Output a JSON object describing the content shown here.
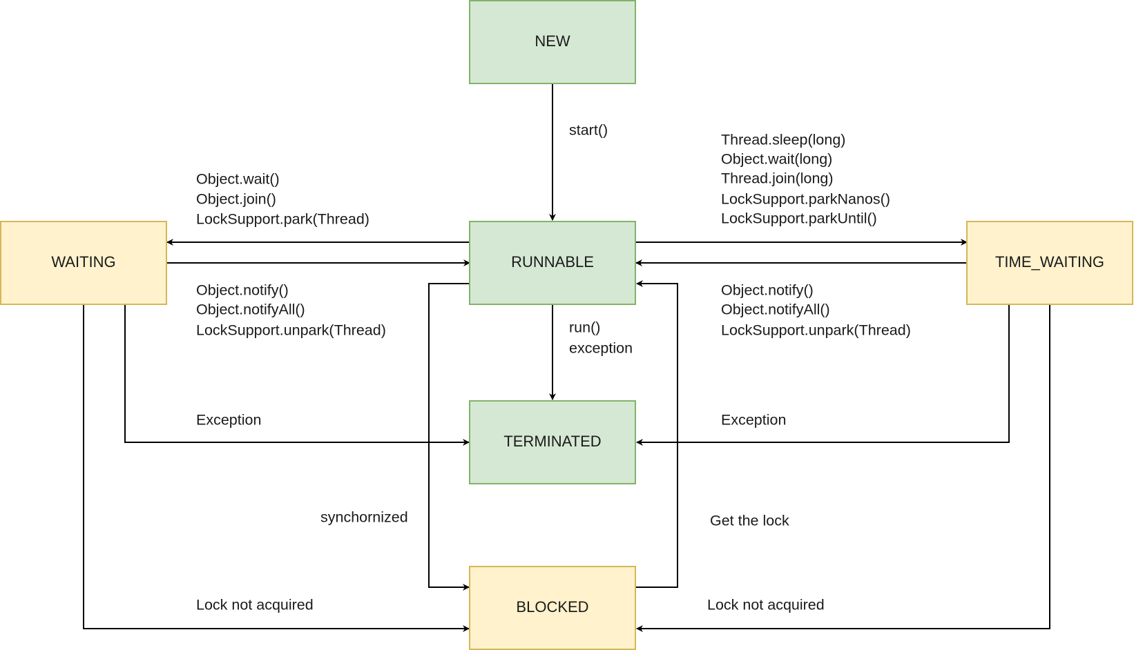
{
  "states": {
    "new": "NEW",
    "runnable": "RUNNABLE",
    "terminated": "TERMINATED",
    "blocked": "BLOCKED",
    "waiting": "WAITING",
    "time_waiting": "TIME_WAITING"
  },
  "colors": {
    "active_fill": "#d5e8d4",
    "active_border": "#82b366",
    "waiting_fill": "#fff2cc",
    "waiting_border": "#d6b656",
    "edge": "#000000"
  },
  "transitions": {
    "new_to_runnable": [
      "start()"
    ],
    "runnable_to_waiting": [
      "Object.wait()",
      "Object.join()",
      "LockSupport.park(Thread)"
    ],
    "waiting_to_runnable": [
      "Object.notify()",
      "Object.notifyAll()",
      "LockSupport.unpark(Thread)"
    ],
    "runnable_to_time_waiting": [
      "Thread.sleep(long)",
      "Object.wait(long)",
      "Thread.join(long)",
      "LockSupport.parkNanos()",
      "LockSupport.parkUntil()"
    ],
    "time_waiting_to_runnable": [
      "Object.notify()",
      "Object.notifyAll()",
      "LockSupport.unpark(Thread)"
    ],
    "runnable_to_terminated": [
      "run()",
      "exception"
    ],
    "waiting_to_terminated": [
      "Exception"
    ],
    "time_waiting_to_terminated": [
      "Exception"
    ],
    "runnable_to_blocked": [
      "synchornized"
    ],
    "blocked_to_runnable": [
      "Get the lock"
    ],
    "waiting_to_blocked": [
      "Lock not acquired"
    ],
    "time_waiting_to_blocked": [
      "Lock not acquired"
    ]
  }
}
